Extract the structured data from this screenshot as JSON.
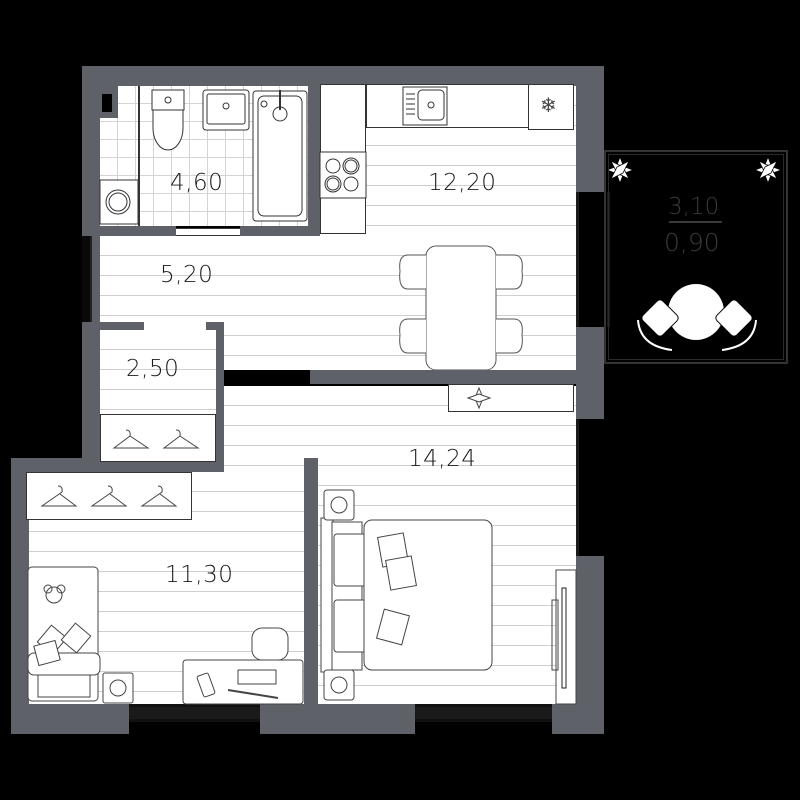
{
  "plan": {
    "title": "Apartment floor plan",
    "colors": {
      "wall": "#5e6268",
      "floor": "#ffffff",
      "background": "#000000",
      "outline": "#3a3a3a"
    },
    "rooms": [
      {
        "id": "bathroom",
        "area": "4,60"
      },
      {
        "id": "kitchen",
        "area": "12,20"
      },
      {
        "id": "hallway",
        "area": "5,20"
      },
      {
        "id": "closet",
        "area": "2,50"
      },
      {
        "id": "bedroom",
        "area": "14,24"
      },
      {
        "id": "kids-room",
        "area": "11,30"
      }
    ],
    "balcony": {
      "area": "3,10",
      "coefficient_area": "0,90"
    },
    "furniture_icons": [
      "toilet-icon",
      "sink-icon",
      "bathtub-icon",
      "washing-machine-icon",
      "stove-icon",
      "kitchen-sink-icon",
      "fridge-icon",
      "dining-table-icon",
      "chair-icon",
      "hanger-icon",
      "bed-icon",
      "pillow-icon",
      "nightstand-icon",
      "tv-stand-icon",
      "desk-icon",
      "office-chair-icon",
      "sofa-bed-icon",
      "teddy-bear-icon",
      "flower-icon",
      "balcony-table-icon"
    ]
  }
}
